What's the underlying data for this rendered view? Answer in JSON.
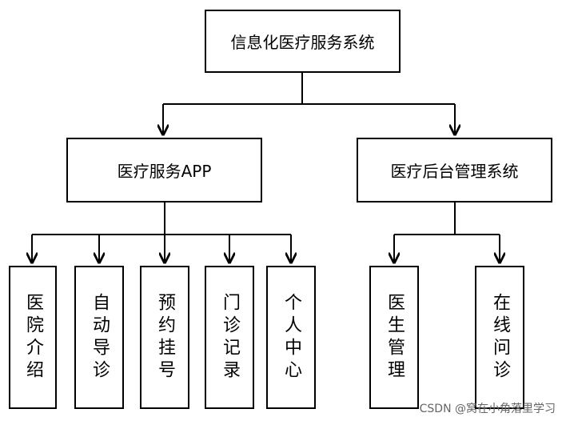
{
  "nodes": {
    "root": "信息化医疗服务系统",
    "app": "医疗服务APP",
    "admin": "医疗后台管理系统",
    "app_children": [
      "医院介绍",
      "自动导诊",
      "预约挂号",
      "门诊记录",
      "个人中心"
    ],
    "admin_children": [
      "医生管理",
      "在线问诊"
    ]
  },
  "watermark": "CSDN @窝在小角落里学习",
  "colors": {
    "line": "#000000",
    "box_border": "#000000",
    "background": "#ffffff",
    "watermark": "#666666"
  }
}
